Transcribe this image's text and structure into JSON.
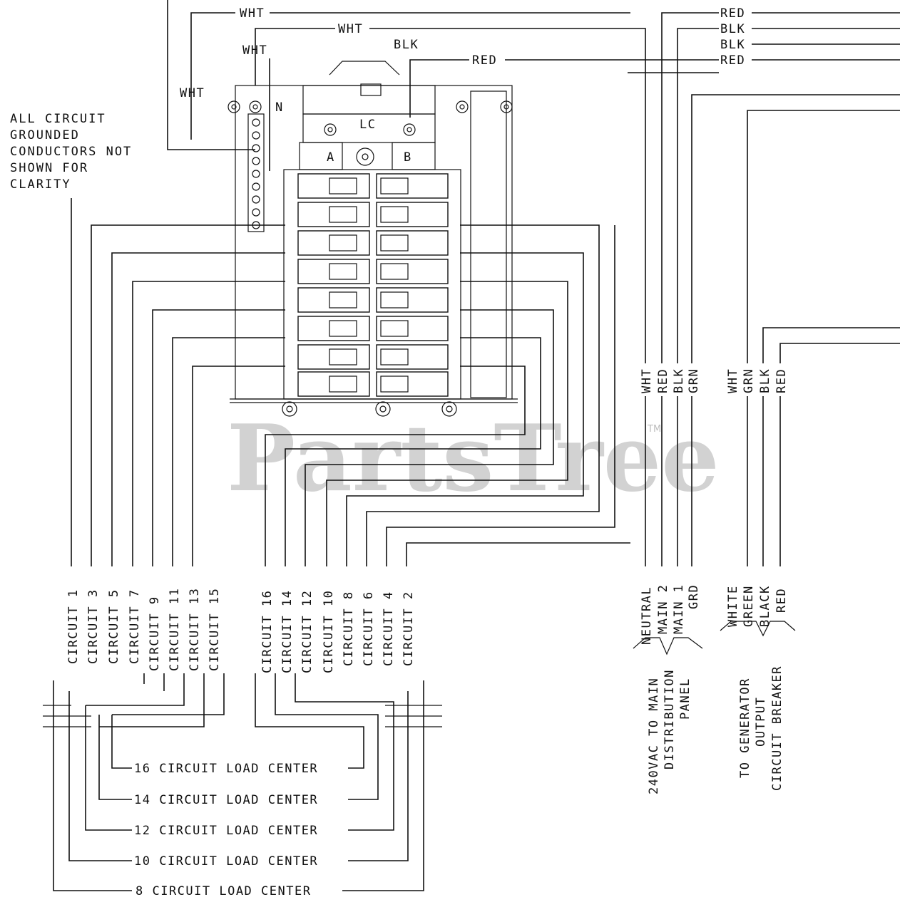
{
  "watermark": {
    "text": "PartsTree",
    "trademark": "TM"
  },
  "note": [
    "ALL CIRCUIT",
    "GROUNDED",
    "CONDUCTORS NOT",
    "SHOWN FOR",
    "CLARITY"
  ],
  "panel_labels": {
    "neutral": "N",
    "lc": "LC",
    "phase_a": "A",
    "phase_b": "B"
  },
  "top_wires": {
    "wht_1": "WHT",
    "wht_2": "WHT",
    "wht_3": "WHT",
    "wht_4": "WHT",
    "blk": "BLK",
    "red_left": "RED",
    "right": [
      "RED",
      "BLK",
      "BLK",
      "RED"
    ]
  },
  "main_wires": [
    "WHT",
    "RED",
    "BLK",
    "GRN"
  ],
  "gen_wires": [
    "WHT",
    "GRN",
    "BLK",
    "RED"
  ],
  "main_functions": [
    "NEUTRAL",
    "MAIN 2",
    "MAIN 1",
    "GRD"
  ],
  "gen_functions": [
    "WHITE",
    "GREEN",
    "BLACK",
    "RED"
  ],
  "main_dest": [
    "240VAC TO MAIN",
    "DISTRIBUTION",
    "PANEL"
  ],
  "gen_dest": [
    "TO GENERATOR",
    "OUTPUT",
    "CIRCUIT BREAKER"
  ],
  "odd_circuits": [
    "CIRCUIT 1",
    "CIRCUIT 3",
    "CIRCUIT 5",
    "CIRCUIT 7",
    "CIRCUIT 9",
    "CIRCUIT 11",
    "CIRCUIT 13",
    "CIRCUIT 15"
  ],
  "even_circuits": [
    "CIRCUIT 16",
    "CIRCUIT 14",
    "CIRCUIT 12",
    "CIRCUIT 10",
    "CIRCUIT 8",
    "CIRCUIT 6",
    "CIRCUIT 4",
    "CIRCUIT 2"
  ],
  "load_centers": [
    "16 CIRCUIT LOAD CENTER",
    "14 CIRCUIT LOAD CENTER",
    "12 CIRCUIT LOAD CENTER",
    "10 CIRCUIT LOAD CENTER",
    "8 CIRCUIT LOAD CENTER"
  ]
}
